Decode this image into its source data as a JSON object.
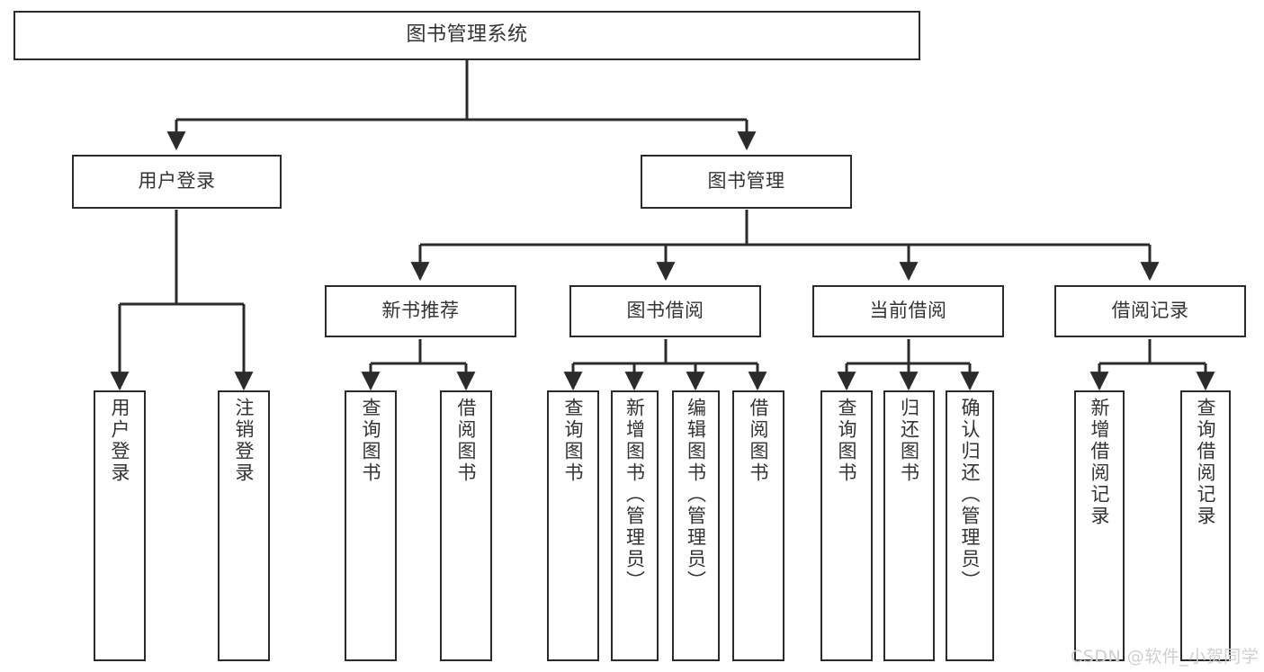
{
  "diagram": {
    "title": "图书管理系统",
    "type": "tree-hierarchy",
    "nodes": {
      "root": {
        "label": "图书管理系统"
      },
      "level2": [
        {
          "label": "用户登录"
        },
        {
          "label": "图书管理"
        }
      ],
      "level3": [
        {
          "label": "新书推荐"
        },
        {
          "label": "图书借阅"
        },
        {
          "label": "当前借阅"
        },
        {
          "label": "借阅记录"
        }
      ],
      "leaves": {
        "user_login": [
          {
            "label": "用户登录"
          },
          {
            "label": "注销登录"
          }
        ],
        "new_book_recommend": [
          {
            "label": "查询图书"
          },
          {
            "label": "借阅图书"
          }
        ],
        "book_borrow": [
          {
            "label": "查询图书"
          },
          {
            "label": "新增图书（管理员）"
          },
          {
            "label": "编辑图书（管理员）"
          },
          {
            "label": "借阅图书"
          }
        ],
        "current_borrow": [
          {
            "label": "查询图书"
          },
          {
            "label": "归还图书"
          },
          {
            "label": "确认归还（管理员）"
          }
        ],
        "borrow_record": [
          {
            "label": "新增借阅记录"
          },
          {
            "label": "查询借阅记录"
          }
        ]
      }
    },
    "colors": {
      "stroke": "#2b2b2b",
      "text": "#333333",
      "background": "#ffffff",
      "watermark": "#cfcfcf"
    }
  },
  "watermark": {
    "text": "CSDN @软件_小贺同学"
  }
}
